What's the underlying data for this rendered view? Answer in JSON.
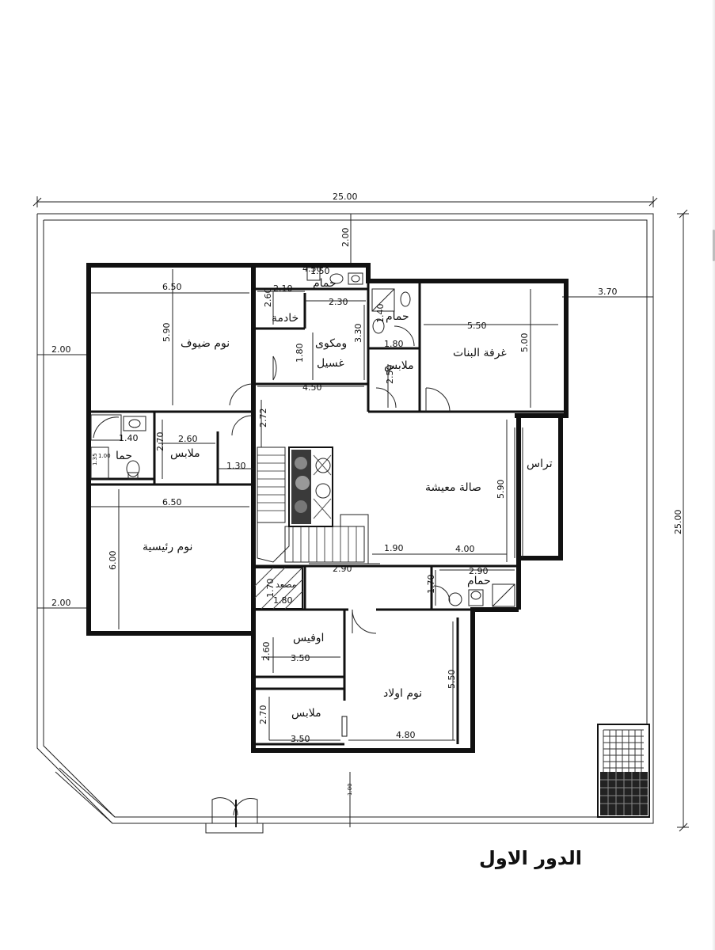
{
  "title": "الدور الاول",
  "rooms": [
    {
      "id": "guest-bedroom",
      "label": "نوم ضيوف"
    },
    {
      "id": "maid-room",
      "label": "خادمة"
    },
    {
      "id": "maid-bath",
      "label": "حمام"
    },
    {
      "id": "laundry",
      "label": "ومكوى"
    },
    {
      "id": "laundry2",
      "label": "غسيل"
    },
    {
      "id": "girls-bath",
      "label": "حمام"
    },
    {
      "id": "girls-closet",
      "label": "ملابس"
    },
    {
      "id": "girls-room",
      "label": "غرفة البنات"
    },
    {
      "id": "master-closet",
      "label": "ملابس"
    },
    {
      "id": "master-bath",
      "label": "حما"
    },
    {
      "id": "master-bedroom",
      "label": "نوم رئيسية"
    },
    {
      "id": "living",
      "label": "صالة معيشة"
    },
    {
      "id": "terrace",
      "label": "تراس"
    },
    {
      "id": "stair-store",
      "label": "مصعد"
    },
    {
      "id": "bath-east",
      "label": "حمام"
    },
    {
      "id": "office",
      "label": "اوفيس"
    },
    {
      "id": "boys-bedroom",
      "label": "نوم اولاد"
    },
    {
      "id": "boys-closet",
      "label": "ملابس"
    }
  ],
  "dimensions": [
    {
      "id": "overall-width",
      "text": "25.00"
    },
    {
      "id": "overall-height",
      "text": "25.00"
    },
    {
      "id": "setback-north",
      "text": "2.00"
    },
    {
      "id": "setback-west-top",
      "text": "2.00"
    },
    {
      "id": "setback-west-bottom",
      "text": "2.00"
    },
    {
      "id": "setback-east",
      "text": "3.70"
    },
    {
      "id": "guest-width",
      "text": "6.50"
    },
    {
      "id": "guest-depth",
      "text": "5.90"
    },
    {
      "id": "maid-width",
      "text": "2.10"
    },
    {
      "id": "maid-depth",
      "text": "2.60"
    },
    {
      "id": "maidbath-width",
      "text": "1.50"
    },
    {
      "id": "maidbath-top",
      "text": "4.50"
    },
    {
      "id": "laundry-width",
      "text": "2.30"
    },
    {
      "id": "laundry-depth",
      "text": "3.30"
    },
    {
      "id": "corridor-depth",
      "text": "1.80"
    },
    {
      "id": "service-width",
      "text": "4.50"
    },
    {
      "id": "girlsbath-depth",
      "text": "1.40"
    },
    {
      "id": "girlsbath-width",
      "text": "1.80"
    },
    {
      "id": "girlscloset-depth",
      "text": "2.50"
    },
    {
      "id": "girls-width",
      "text": "5.50"
    },
    {
      "id": "girls-depth",
      "text": "5.00"
    },
    {
      "id": "stair-hall",
      "text": "2.72"
    },
    {
      "id": "mcloset-width",
      "text": "2.60"
    },
    {
      "id": "mcloset-depth",
      "text": "2.70"
    },
    {
      "id": "mbath-small",
      "text": "1.40"
    },
    {
      "id": "mbath-small2",
      "text": "1.00"
    },
    {
      "id": "mbath-tiny",
      "text": "1.35"
    },
    {
      "id": "mcloset-ext",
      "text": "1.30"
    },
    {
      "id": "master-width",
      "text": "6.50"
    },
    {
      "id": "master-depth",
      "text": "6.00"
    },
    {
      "id": "living-depth",
      "text": "5.90"
    },
    {
      "id": "living-w1",
      "text": "1.90"
    },
    {
      "id": "living-w2",
      "text": "4.00"
    },
    {
      "id": "store-width",
      "text": "2.90"
    },
    {
      "id": "store-depth",
      "text": "1.70"
    },
    {
      "id": "store-small",
      "text": "1.80"
    },
    {
      "id": "ebath-width",
      "text": "2.90"
    },
    {
      "id": "ebath-depth",
      "text": "1.70"
    },
    {
      "id": "office-depth",
      "text": "2.60"
    },
    {
      "id": "office-width",
      "text": "3.50"
    },
    {
      "id": "boys-depth",
      "text": "5.50"
    },
    {
      "id": "boys-width",
      "text": "4.80"
    },
    {
      "id": "bcloset-depth",
      "text": "2.70"
    },
    {
      "id": "bcloset-width",
      "text": "3.50"
    },
    {
      "id": "gate-offset",
      "text": "1.00"
    }
  ]
}
